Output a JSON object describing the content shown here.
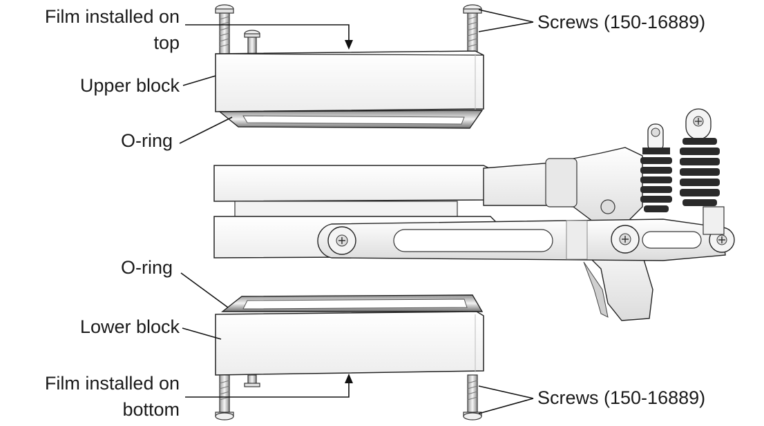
{
  "labels": {
    "film_top_line1": "Film installed on",
    "film_top_line2": "top",
    "upper_block": "Upper block",
    "o_ring_top": "O-ring",
    "o_ring_bottom": "O-ring",
    "lower_block": "Lower block",
    "film_bottom_line1": "Film installed on",
    "film_bottom_line2": "bottom",
    "screws_top": "Screws (150-16889)",
    "screws_bottom": "Screws (150-16889)"
  },
  "colors": {
    "ink": "#1a1a1a",
    "metal_light": "#f4f4f4",
    "metal_mid": "#d9d9d9",
    "metal_dark": "#9a9a9a",
    "spring": "#2a2a2a"
  }
}
